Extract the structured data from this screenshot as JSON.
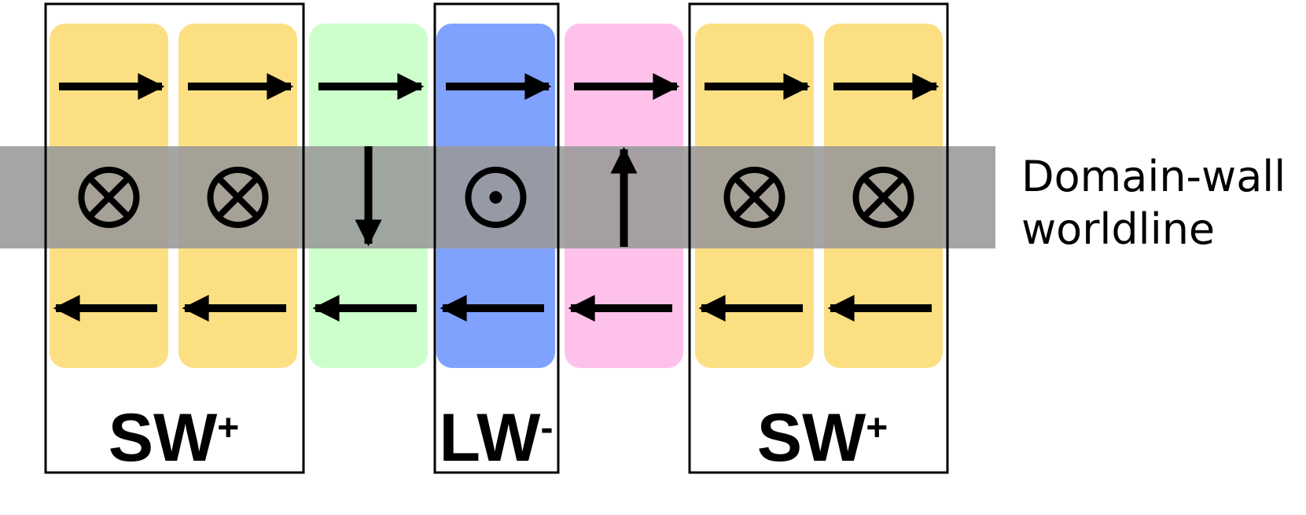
{
  "colors": {
    "sw": "#fddf83",
    "fv_down": "#ccffcc",
    "lw": "#80a2ff",
    "fv_up": "#fdc1ea",
    "band": "#999999"
  },
  "columns": [
    {
      "kind": "sw",
      "middle_symbol": "⊗"
    },
    {
      "kind": "sw",
      "middle_symbol": "⊗"
    },
    {
      "kind": "fv_down",
      "middle_symbol": "down-arrow"
    },
    {
      "kind": "lw",
      "middle_symbol": "⊙"
    },
    {
      "kind": "fv_up",
      "middle_symbol": "up-arrow"
    },
    {
      "kind": "sw",
      "middle_symbol": "⊗"
    },
    {
      "kind": "sw",
      "middle_symbol": "⊗"
    }
  ],
  "groups": [
    {
      "label": "SW",
      "superscript": "+"
    },
    {
      "label": "LW",
      "superscript": "-"
    },
    {
      "label": "SW",
      "superscript": "+"
    }
  ],
  "worldline_label": {
    "line1": "Domain-wall",
    "line2": "worldline"
  }
}
